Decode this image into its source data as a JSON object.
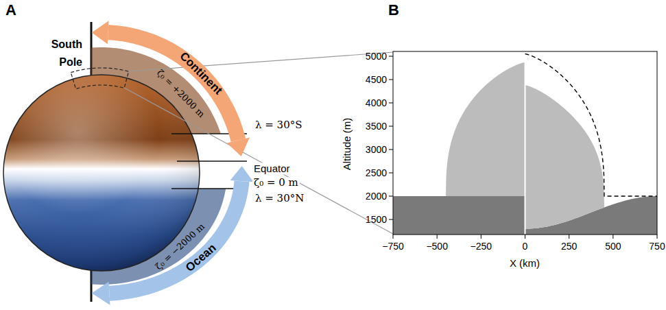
{
  "diagram": {
    "labels": [
      "A",
      "B",
      "South Pole",
      "Continent",
      "ζ₀ = +2000 m",
      "λ = 30°S",
      "Equator",
      "ζ₀ = 0 m",
      "λ = 30°N",
      "ζ₀ = −2000 m",
      "Ocean",
      "1500",
      "2000",
      "2500",
      "3000",
      "3500",
      "4000",
      "4500",
      "5000",
      "−750",
      "−500",
      "−250",
      "0",
      "250",
      "500",
      "750",
      "Altitude (m)",
      "X (km)"
    ]
  }
}
